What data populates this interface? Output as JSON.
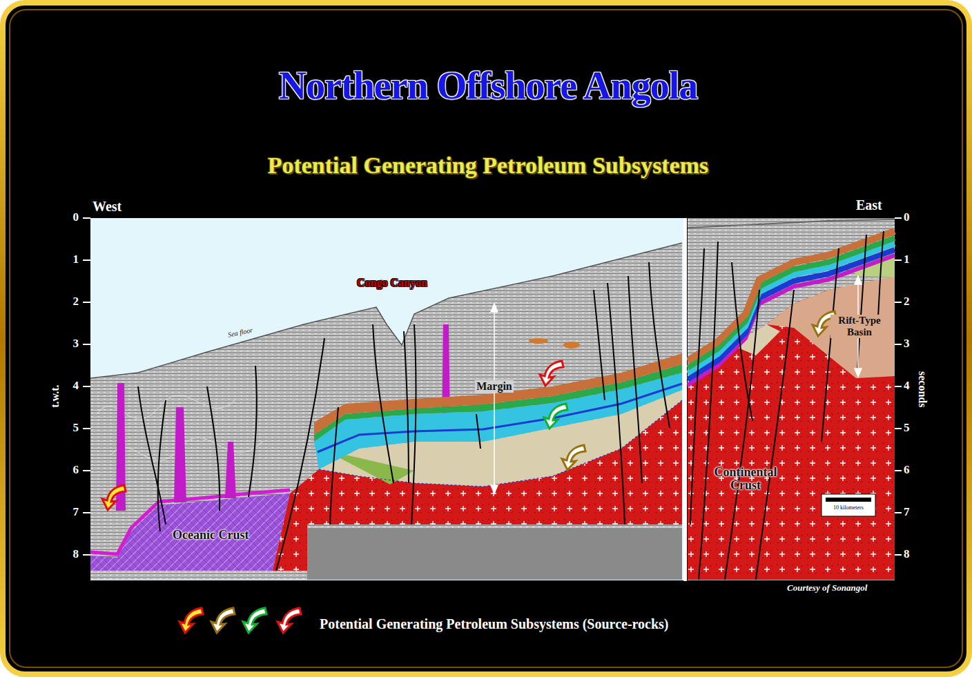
{
  "diagram": {
    "title": "Northern Offshore Angola",
    "labels": [
      "Potential Generating Petroleum Subsystems",
      "West",
      "East",
      "0",
      "1",
      "2",
      "3",
      "4",
      "5",
      "6",
      "7",
      "8",
      "t.w.t.",
      "0",
      "1",
      "2",
      "3",
      "4",
      "5",
      "6",
      "7",
      "8",
      "seconds",
      "Congo Canyon",
      "Sea floor",
      "Margin",
      "Oceanic Crust",
      "Continental Crust",
      "Rift-Type Basin",
      "10 kilometers",
      "Courtesy of Sonangol"
    ],
    "legend": [
      {
        "text": "Potential Generating Petroleum Subsystems (Source-rocks)"
      }
    ]
  }
}
